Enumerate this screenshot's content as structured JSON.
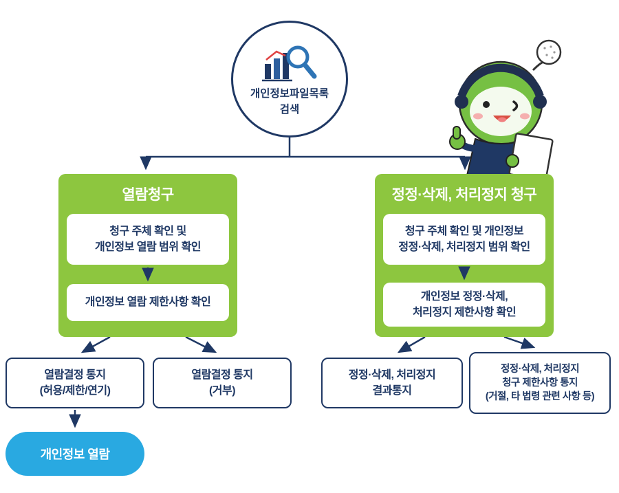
{
  "colors": {
    "branch_green": "#8DC63F",
    "navy": "#1F3864",
    "result_blue": "#29A9E1"
  },
  "root_node": {
    "label": "개인정보파일목록\n검색"
  },
  "branches": {
    "left": {
      "title": "열람청구",
      "steps": [
        "청구 주체 확인 및\n개인정보 열람 범위 확인",
        "개인정보 열람 제한사항 확인"
      ],
      "outcomes": [
        "열람결정 통지\n(허용/제한/연기)",
        "열람결정 통지\n(거부)"
      ],
      "result": "개인정보 열람"
    },
    "right": {
      "title": "정정·삭제, 처리정지 청구",
      "steps": [
        "청구 주체 확인 및 개인정보\n정정·삭제, 처리정지 범위 확인",
        "개인정보 정정·삭제,\n처리정지 제한사항 확인"
      ],
      "outcomes": [
        "정정·삭제, 처리정지\n결과통지",
        "정정·삭제, 처리정지\n청구 제한사항 통지\n(거절, 타 법령 관련 사항 등)"
      ]
    }
  }
}
